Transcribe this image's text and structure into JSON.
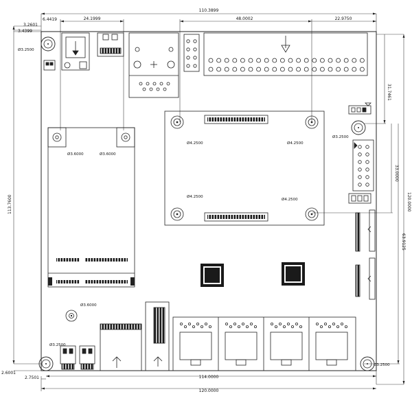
{
  "title": "",
  "dimensions": {
    "top_total": "110.3899",
    "top_a": "24.1999",
    "top_b": "48.0002",
    "top_c": "22.9750",
    "left_a": "6.4419",
    "left_b": "3.2601",
    "left_c": "3.4399",
    "right_a": "31.7461",
    "right_b": "33.0000",
    "right_c": "63.9125",
    "right_total": "120.0000",
    "left_total": "113.7600",
    "bottom_inner": "114.0000",
    "bottom_total": "120.0000",
    "bottom_left_a": "2.6001",
    "bottom_left_b": "2.7501"
  },
  "holes": {
    "top_left": "Ø3.2500",
    "top_right": "Ø3.2500",
    "bottom_left": "Ø3.2500",
    "bottom_right": "Ø3.2500",
    "mpcie_left": "Ø3.6000",
    "mpcie_right": "Ø3.6000",
    "som_tl": "Ø4.2500",
    "som_tr": "Ø4.2500",
    "som_bl": "Ø4.2500",
    "som_br": "Ø4.2500",
    "standoff": "Ø3.6000"
  },
  "colors": {
    "line": "#222222",
    "bg": "#ffffff",
    "dark": "#1a1a1a"
  }
}
